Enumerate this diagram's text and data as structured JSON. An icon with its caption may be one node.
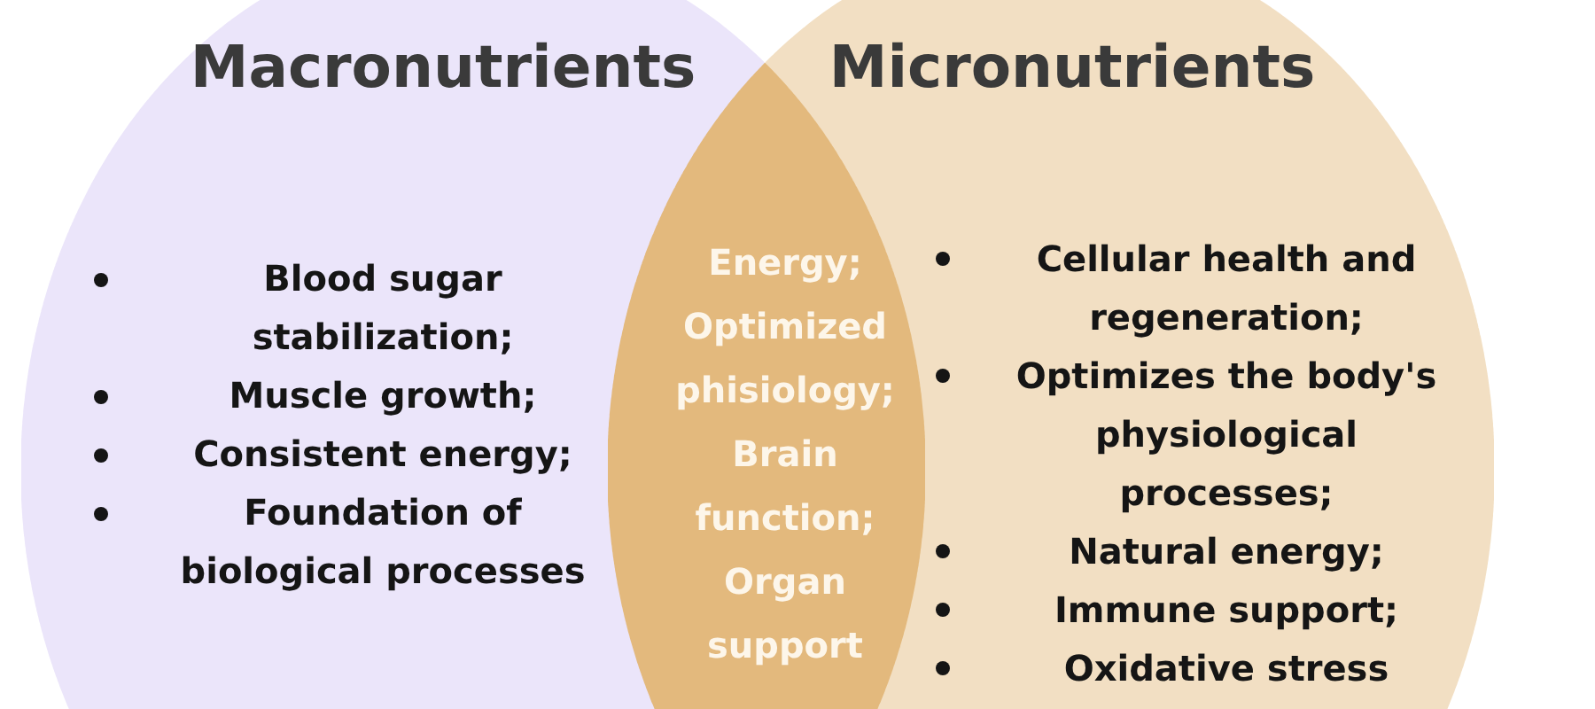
{
  "diagram": {
    "nodes": [
      {
        "text": [
          "Macronutrients",
          "Blood sugar stabilization;",
          "Muscle growth;",
          "Consistent energy;",
          "Foundation of biological processes"
        ]
      },
      {
        "text": [
          "Micronutrients",
          "Cellular health and regeneration;",
          "Optimizes the body's physiological processes;",
          "Natural energy;",
          "Immune support;",
          "Oxidative stress"
        ]
      },
      {
        "text": [
          "Energy; Optimized phisiology; Brain function; Organ support"
        ]
      }
    ]
  }
}
